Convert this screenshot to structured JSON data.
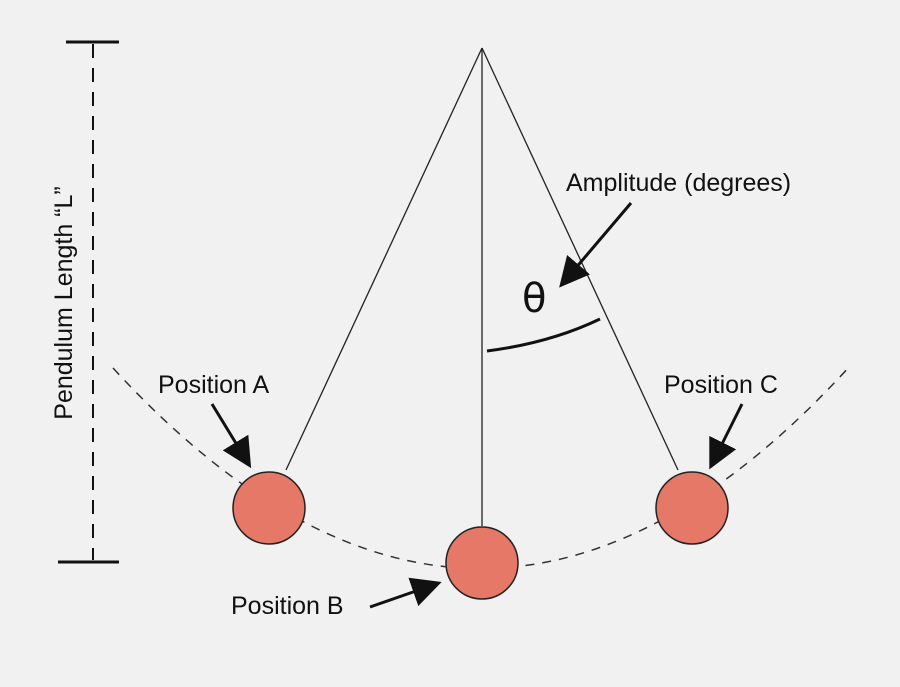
{
  "labels": {
    "length": "Pendulum Length “L”",
    "amplitude": "Amplitude (degrees)",
    "theta": "θ",
    "position_a": "Position A",
    "position_b": "Position B",
    "position_c": "Position C"
  },
  "colors": {
    "background": "#f1f1f2",
    "bob_fill": "#e57866",
    "line": "#111111"
  }
}
